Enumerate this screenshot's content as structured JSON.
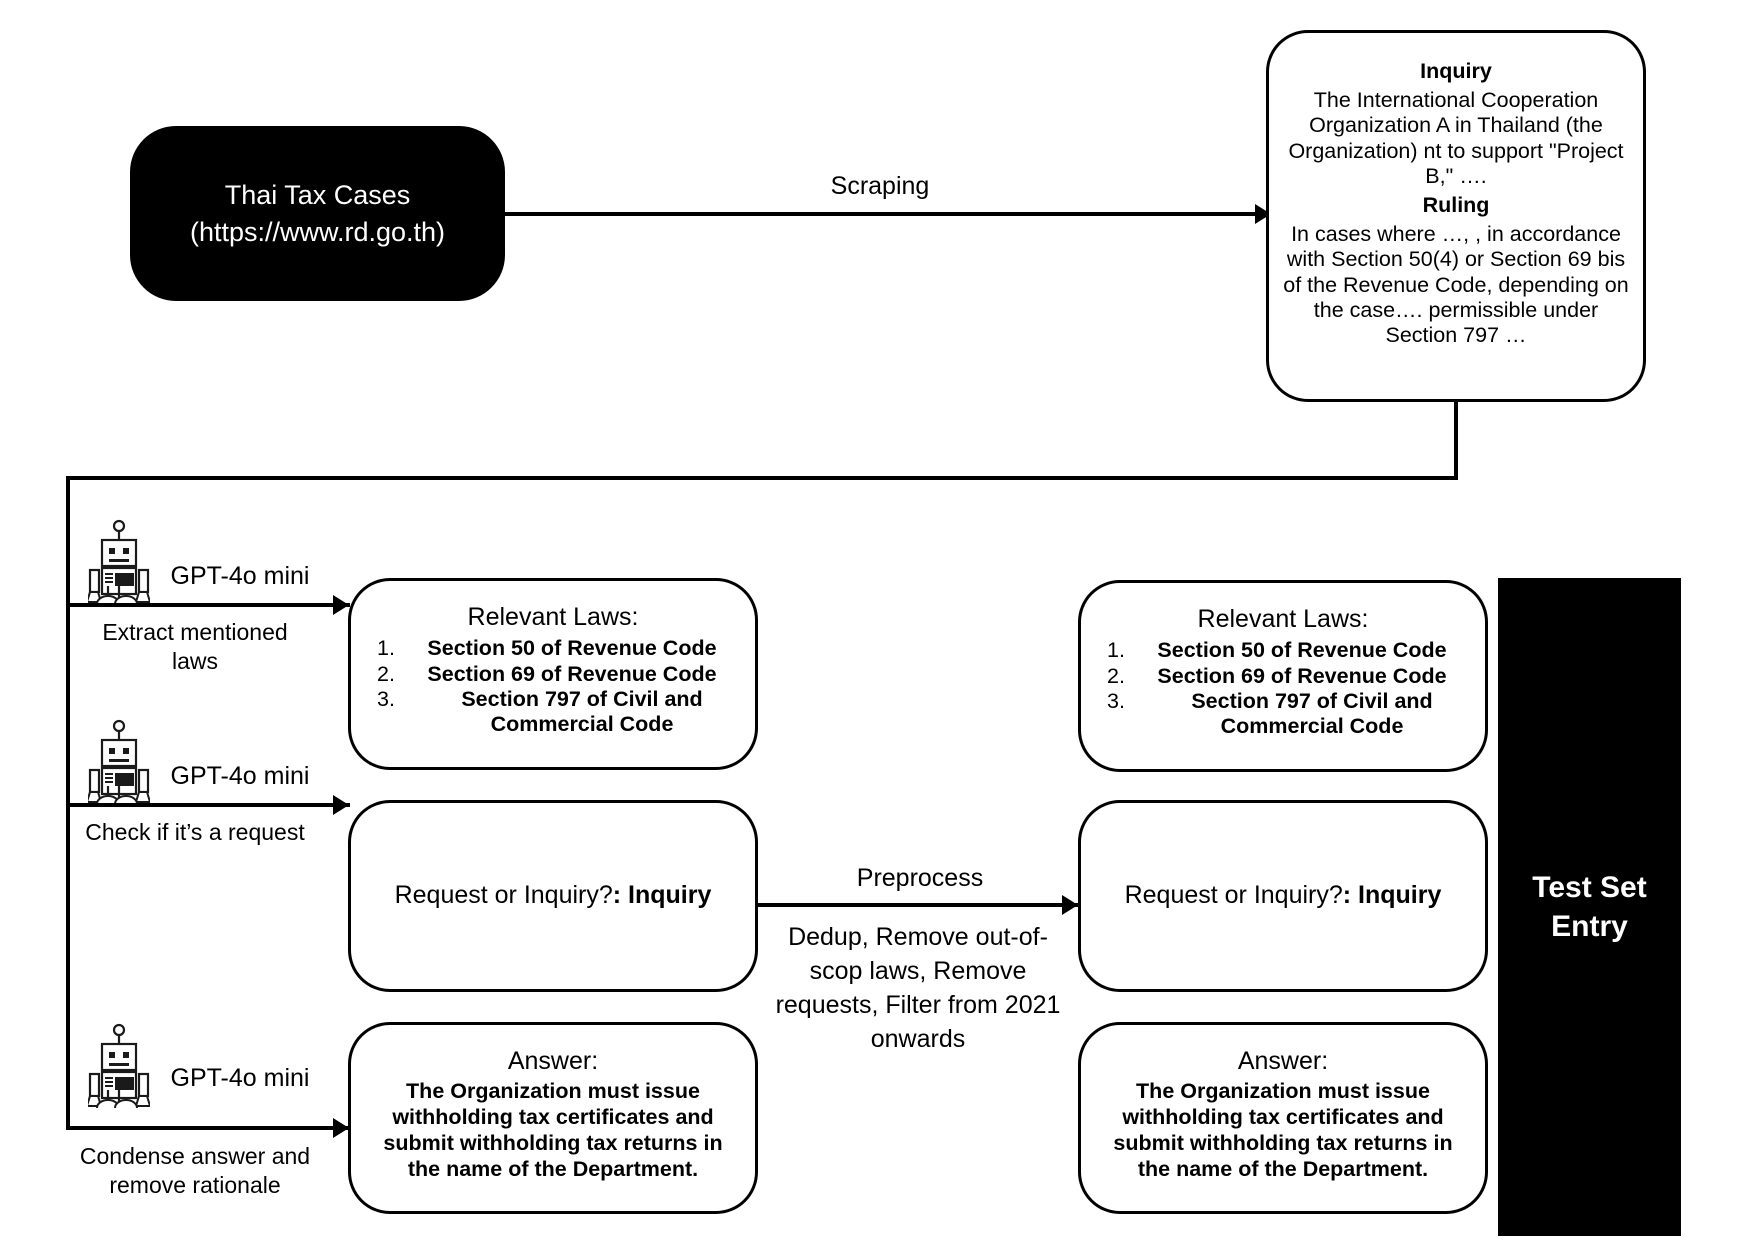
{
  "source": {
    "name": "Thai Tax Cases",
    "url": "(https://www.rd.go.th)"
  },
  "edges": {
    "scraping": "Scraping",
    "preprocess": "Preprocess",
    "preprocess_detail": "Dedup, Remove out-of-scop laws, Remove requests, Filter from 2021 onwards"
  },
  "case_doc": {
    "inquiry_heading": "Inquiry",
    "inquiry_body": "The International Cooperation Organization A in Thailand (the Organization) nt to support \"Project B,\" ….",
    "ruling_heading": "Ruling",
    "ruling_body": "In cases where …, , in accordance with Section 50(4) or Section 69 bis of the Revenue Code, depending on the case…. permissible under Section 797 …"
  },
  "agents": [
    {
      "icon": "robot-icon",
      "model": "GPT-4o mini",
      "task": "Extract mentioned laws"
    },
    {
      "icon": "robot-icon",
      "model": "GPT-4o mini",
      "task": "Check if it’s a request"
    },
    {
      "icon": "robot-icon",
      "model": "GPT-4o mini",
      "task": "Condense answer and remove rationale"
    }
  ],
  "laws_box": {
    "title": "Relevant Laws:",
    "items": [
      {
        "num": "1.",
        "text": "Section 50 of Revenue Code"
      },
      {
        "num": "2.",
        "text": "Section 69 of Revenue Code"
      },
      {
        "num": "3.",
        "text": "Section 797 of Civil and Commercial Code"
      }
    ]
  },
  "classify_box": {
    "label": "Request or Inquiry?",
    "value": ": Inquiry"
  },
  "answer_box": {
    "title": "Answer:",
    "text": "The Organization must issue withholding tax certificates and submit withholding tax returns in the name of the Department."
  },
  "output": {
    "line1": "Test Set",
    "line2": "Entry"
  },
  "colors": {
    "ink": "#000000",
    "paper": "#ffffff"
  }
}
